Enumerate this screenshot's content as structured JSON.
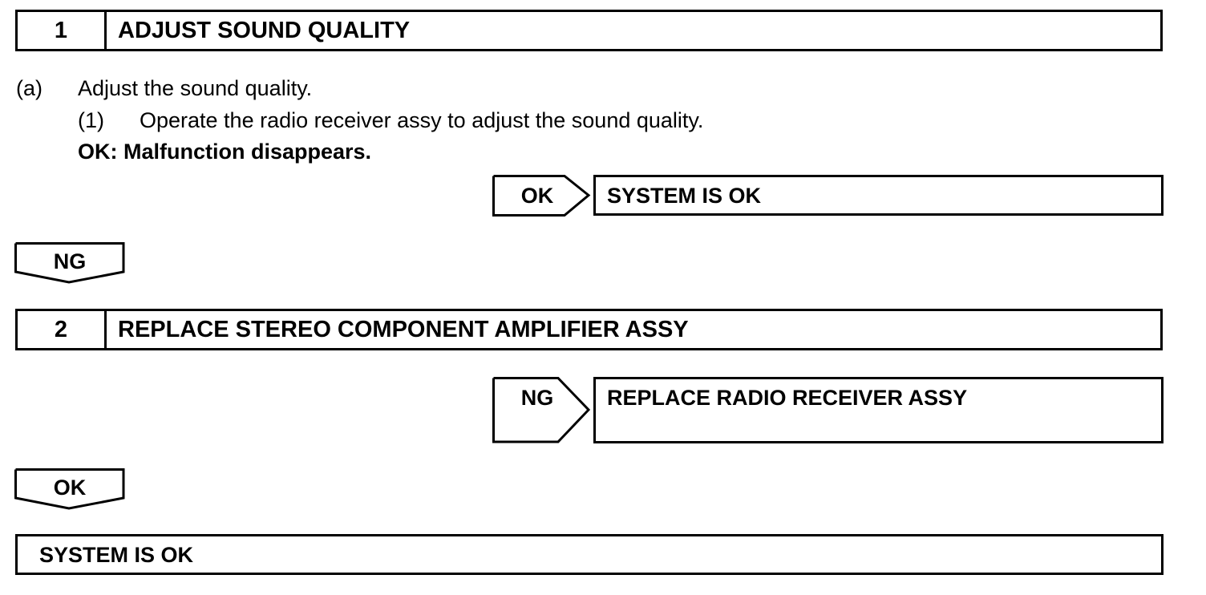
{
  "step1": {
    "number": "1",
    "title": "ADJUST SOUND QUALITY",
    "substep_label": "(a)",
    "substep_text": "Adjust the sound quality.",
    "item_label": "(1)",
    "item_text": "Operate the radio receiver assy to adjust the sound quality.",
    "ok_condition": "OK: Malfunction disappears.",
    "side_branch_label": "OK",
    "side_branch_result": "SYSTEM IS OK",
    "down_branch_label": "NG"
  },
  "step2": {
    "number": "2",
    "title": "REPLACE STEREO COMPONENT AMPLIFIER ASSY",
    "side_branch_label": "NG",
    "side_branch_result": "REPLACE RADIO RECEIVER ASSY",
    "down_branch_label": "OK"
  },
  "final": {
    "result": "SYSTEM IS OK"
  }
}
